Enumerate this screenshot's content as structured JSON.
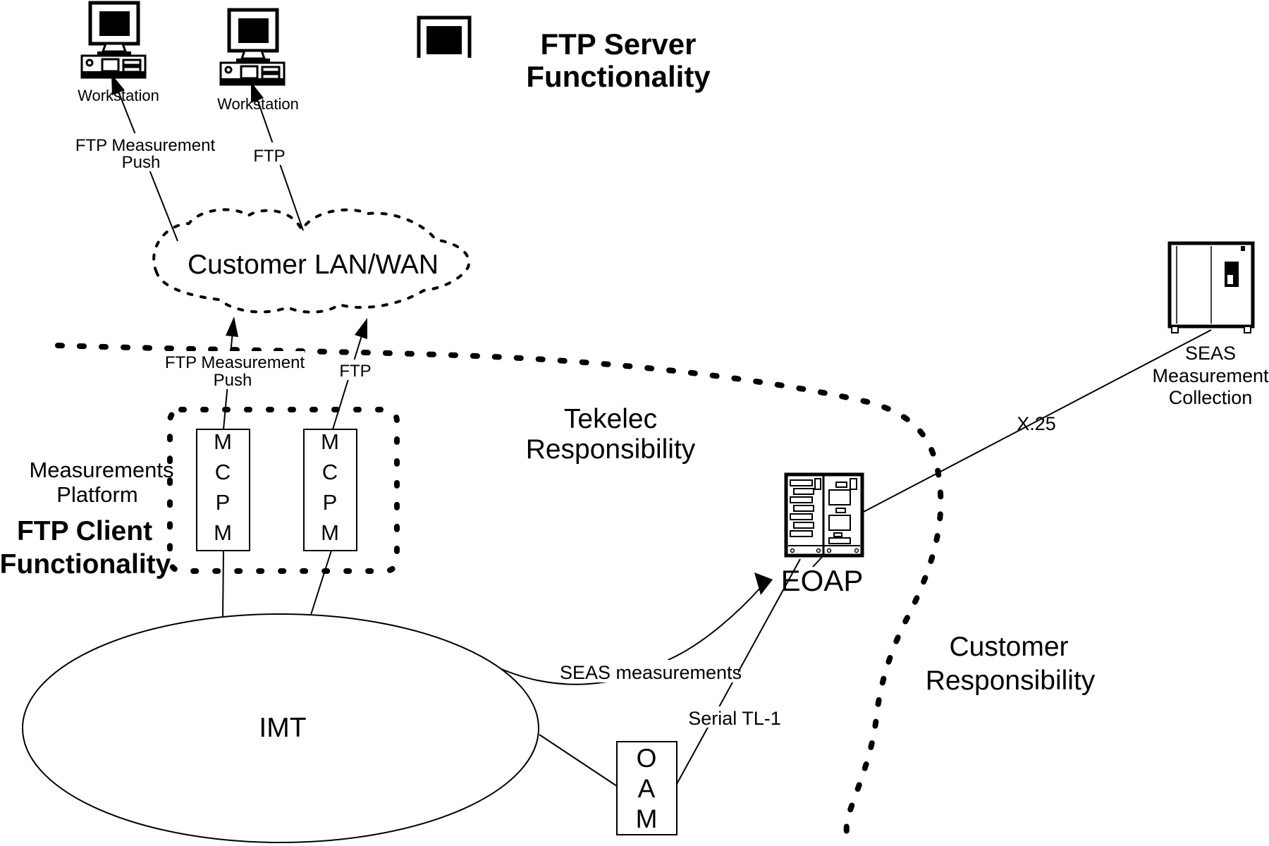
{
  "colors": {
    "ink": "#000000",
    "background": "#ffffff"
  },
  "labels": {
    "workstation1": "Workstation",
    "workstation2": "Workstation",
    "ftp_server_functionality": {
      "line1": "FTP Server",
      "line2": "Functionality"
    },
    "ftp_push_upper": {
      "line1": "FTP Measurement",
      "line2": "Push"
    },
    "ftp_upper": "FTP",
    "cloud": "Customer LAN/WAN",
    "ftp_push_lower": {
      "line1": "FTP Measurement",
      "line2": "Push"
    },
    "ftp_lower": "FTP",
    "measurements_platform": {
      "line1": "Measurements",
      "line2": "Platform"
    },
    "ftp_client_functionality": {
      "line1": "FTP Client",
      "line2": "Functionality"
    },
    "mcpm": [
      "M",
      "C",
      "P",
      "M"
    ],
    "tekelec_responsibility": {
      "line1": "Tekelec",
      "line2": "Responsibility"
    },
    "customer_responsibility": {
      "line1": "Customer",
      "line2": "Responsibility"
    },
    "imt": "IMT",
    "oam": [
      "O",
      "A",
      "M"
    ],
    "seas_measurements": "SEAS measurements",
    "serial_tl1": "Serial TL-1",
    "eoap": "EOAP",
    "x25": "X.25",
    "seas_collection": {
      "line1": "SEAS",
      "line2": "Measurement",
      "line3": "Collection"
    }
  }
}
